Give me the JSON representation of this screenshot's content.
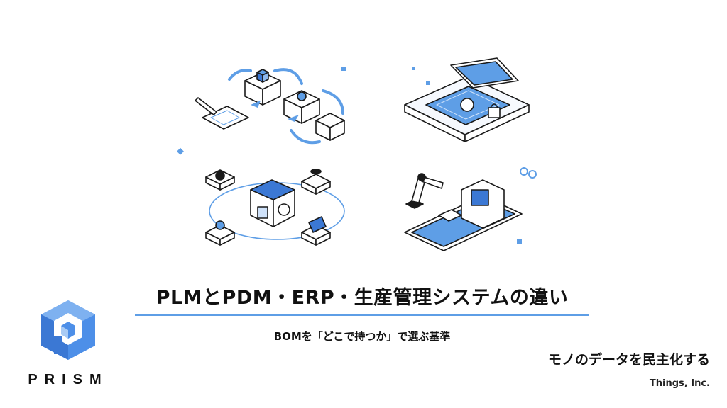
{
  "slide": {
    "title": "PLMとPDM・ERP・生産管理システムの違い",
    "subtitle": "BOMを「どこで持つか」で選ぶ基準",
    "tagline": "モノのデータを民主化する",
    "company": "Things, Inc."
  },
  "logo": {
    "text": "PRISM",
    "icon": "prism-cube-logo"
  },
  "illustrations": [
    {
      "icon": "design-to-product-flow-icon"
    },
    {
      "icon": "blueprint-tablet-lock-icon"
    },
    {
      "icon": "factory-supply-network-icon"
    },
    {
      "icon": "robot-arm-production-line-icon"
    }
  ],
  "colors": {
    "accent": "#5e9ee6",
    "accent_dark": "#3b78d4",
    "outline": "#1a1a1a",
    "logo_blue": "#4d8fe8",
    "logo_light": "#a9cbf5"
  }
}
